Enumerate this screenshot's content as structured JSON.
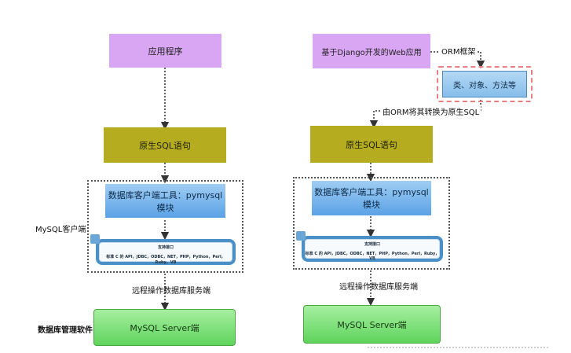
{
  "left": {
    "app": "应用程序",
    "sql": "原生SQL语句",
    "client_tool": "数据库客户端工具：pymysql模块",
    "interface_title": "支持接口",
    "interface_list": "标准 C 的 API，JDBC，ODBC，NET，PHP，Python，Perl，Ruby，VB",
    "remote": "远程操作数据库服务端",
    "server": "MySQL Server端",
    "side_client": "MySQL客户端",
    "side_server": "数据库管理软件"
  },
  "right": {
    "app": "基于Django开发的Web应用",
    "orm_frame_label": "ORM框架",
    "orm_box": "类、对象、方法等",
    "orm_convert": "由ORM将其转换为原生SQL",
    "sql": "原生SQL语句",
    "client_tool": "数据库客户端工具：pymysql模块",
    "interface_title": "支持接口",
    "interface_list": "标准 C 的 API，JDBC，ODBC，NET，PHP，Python，Perl，Ruby，VB",
    "remote": "远程操作数据库服务端",
    "server": "MySQL Server端"
  },
  "colors": {
    "app": "#d8a6f2",
    "sql": "#b5ad1f",
    "client": "#5ba2e6",
    "server": "#5fd45c",
    "orm_frame": "#e77f80"
  }
}
